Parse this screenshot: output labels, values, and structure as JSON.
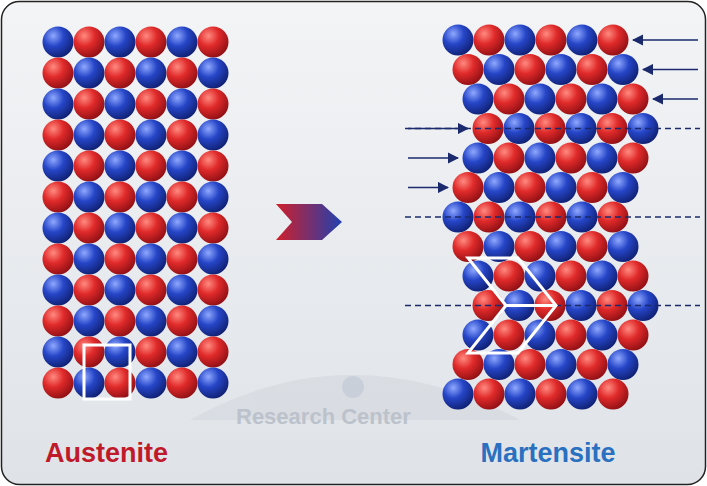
{
  "diagram": {
    "labels": [
      "Austenite",
      "Martensite",
      "Research Center"
    ]
  }
}
